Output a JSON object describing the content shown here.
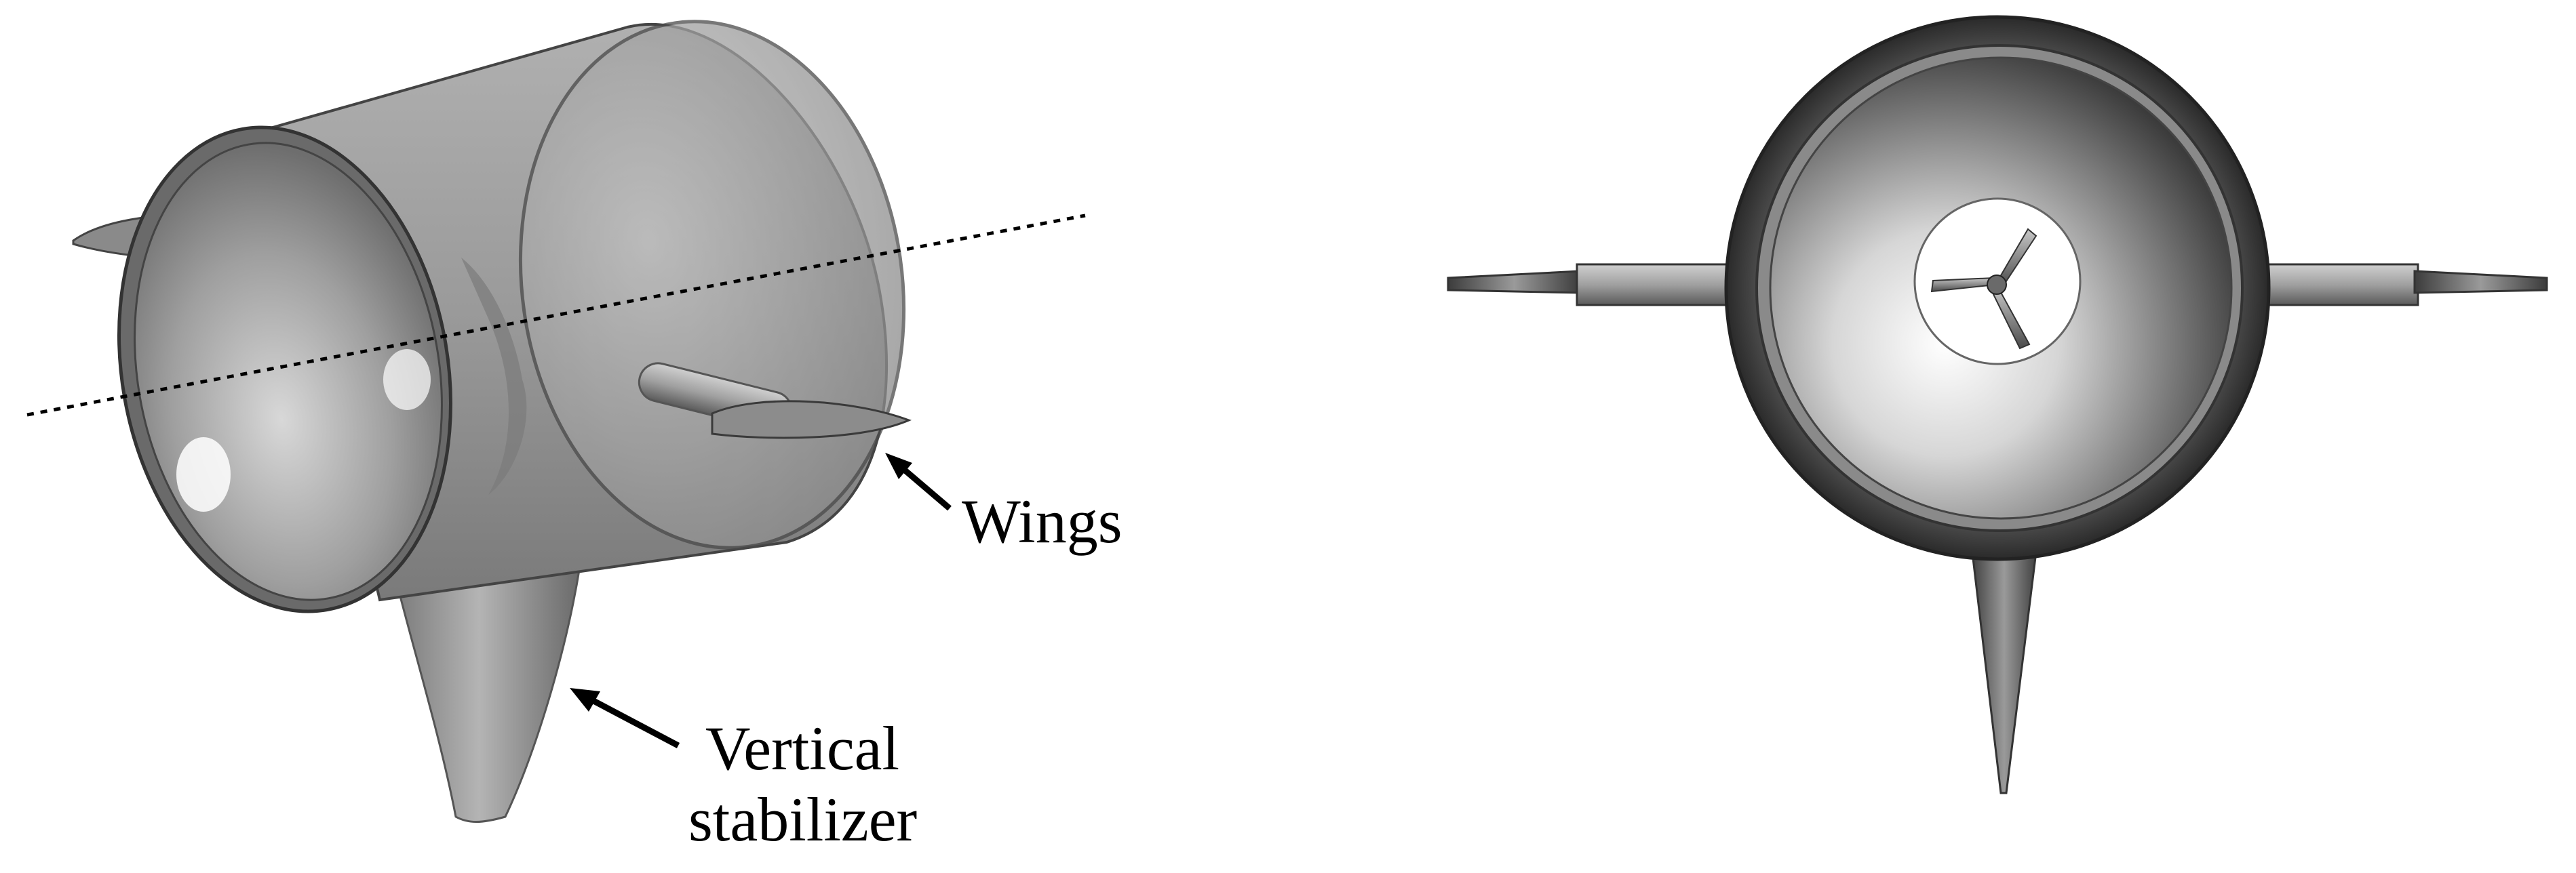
{
  "labels": {
    "wings": "Wings",
    "vertical_line1": "Vertical",
    "vertical_line2": "stabilizer"
  },
  "colors": {
    "background": "#ffffff",
    "shell_light": "#bdbdbd",
    "shell_mid": "#8e8e8e",
    "shell_dark": "#3a3a3a",
    "axis_line": "#000000"
  },
  "icons": {
    "left_view": "duct-turbine-isometric",
    "right_view": "duct-turbine-front",
    "rotor": "three-blade-rotor"
  }
}
